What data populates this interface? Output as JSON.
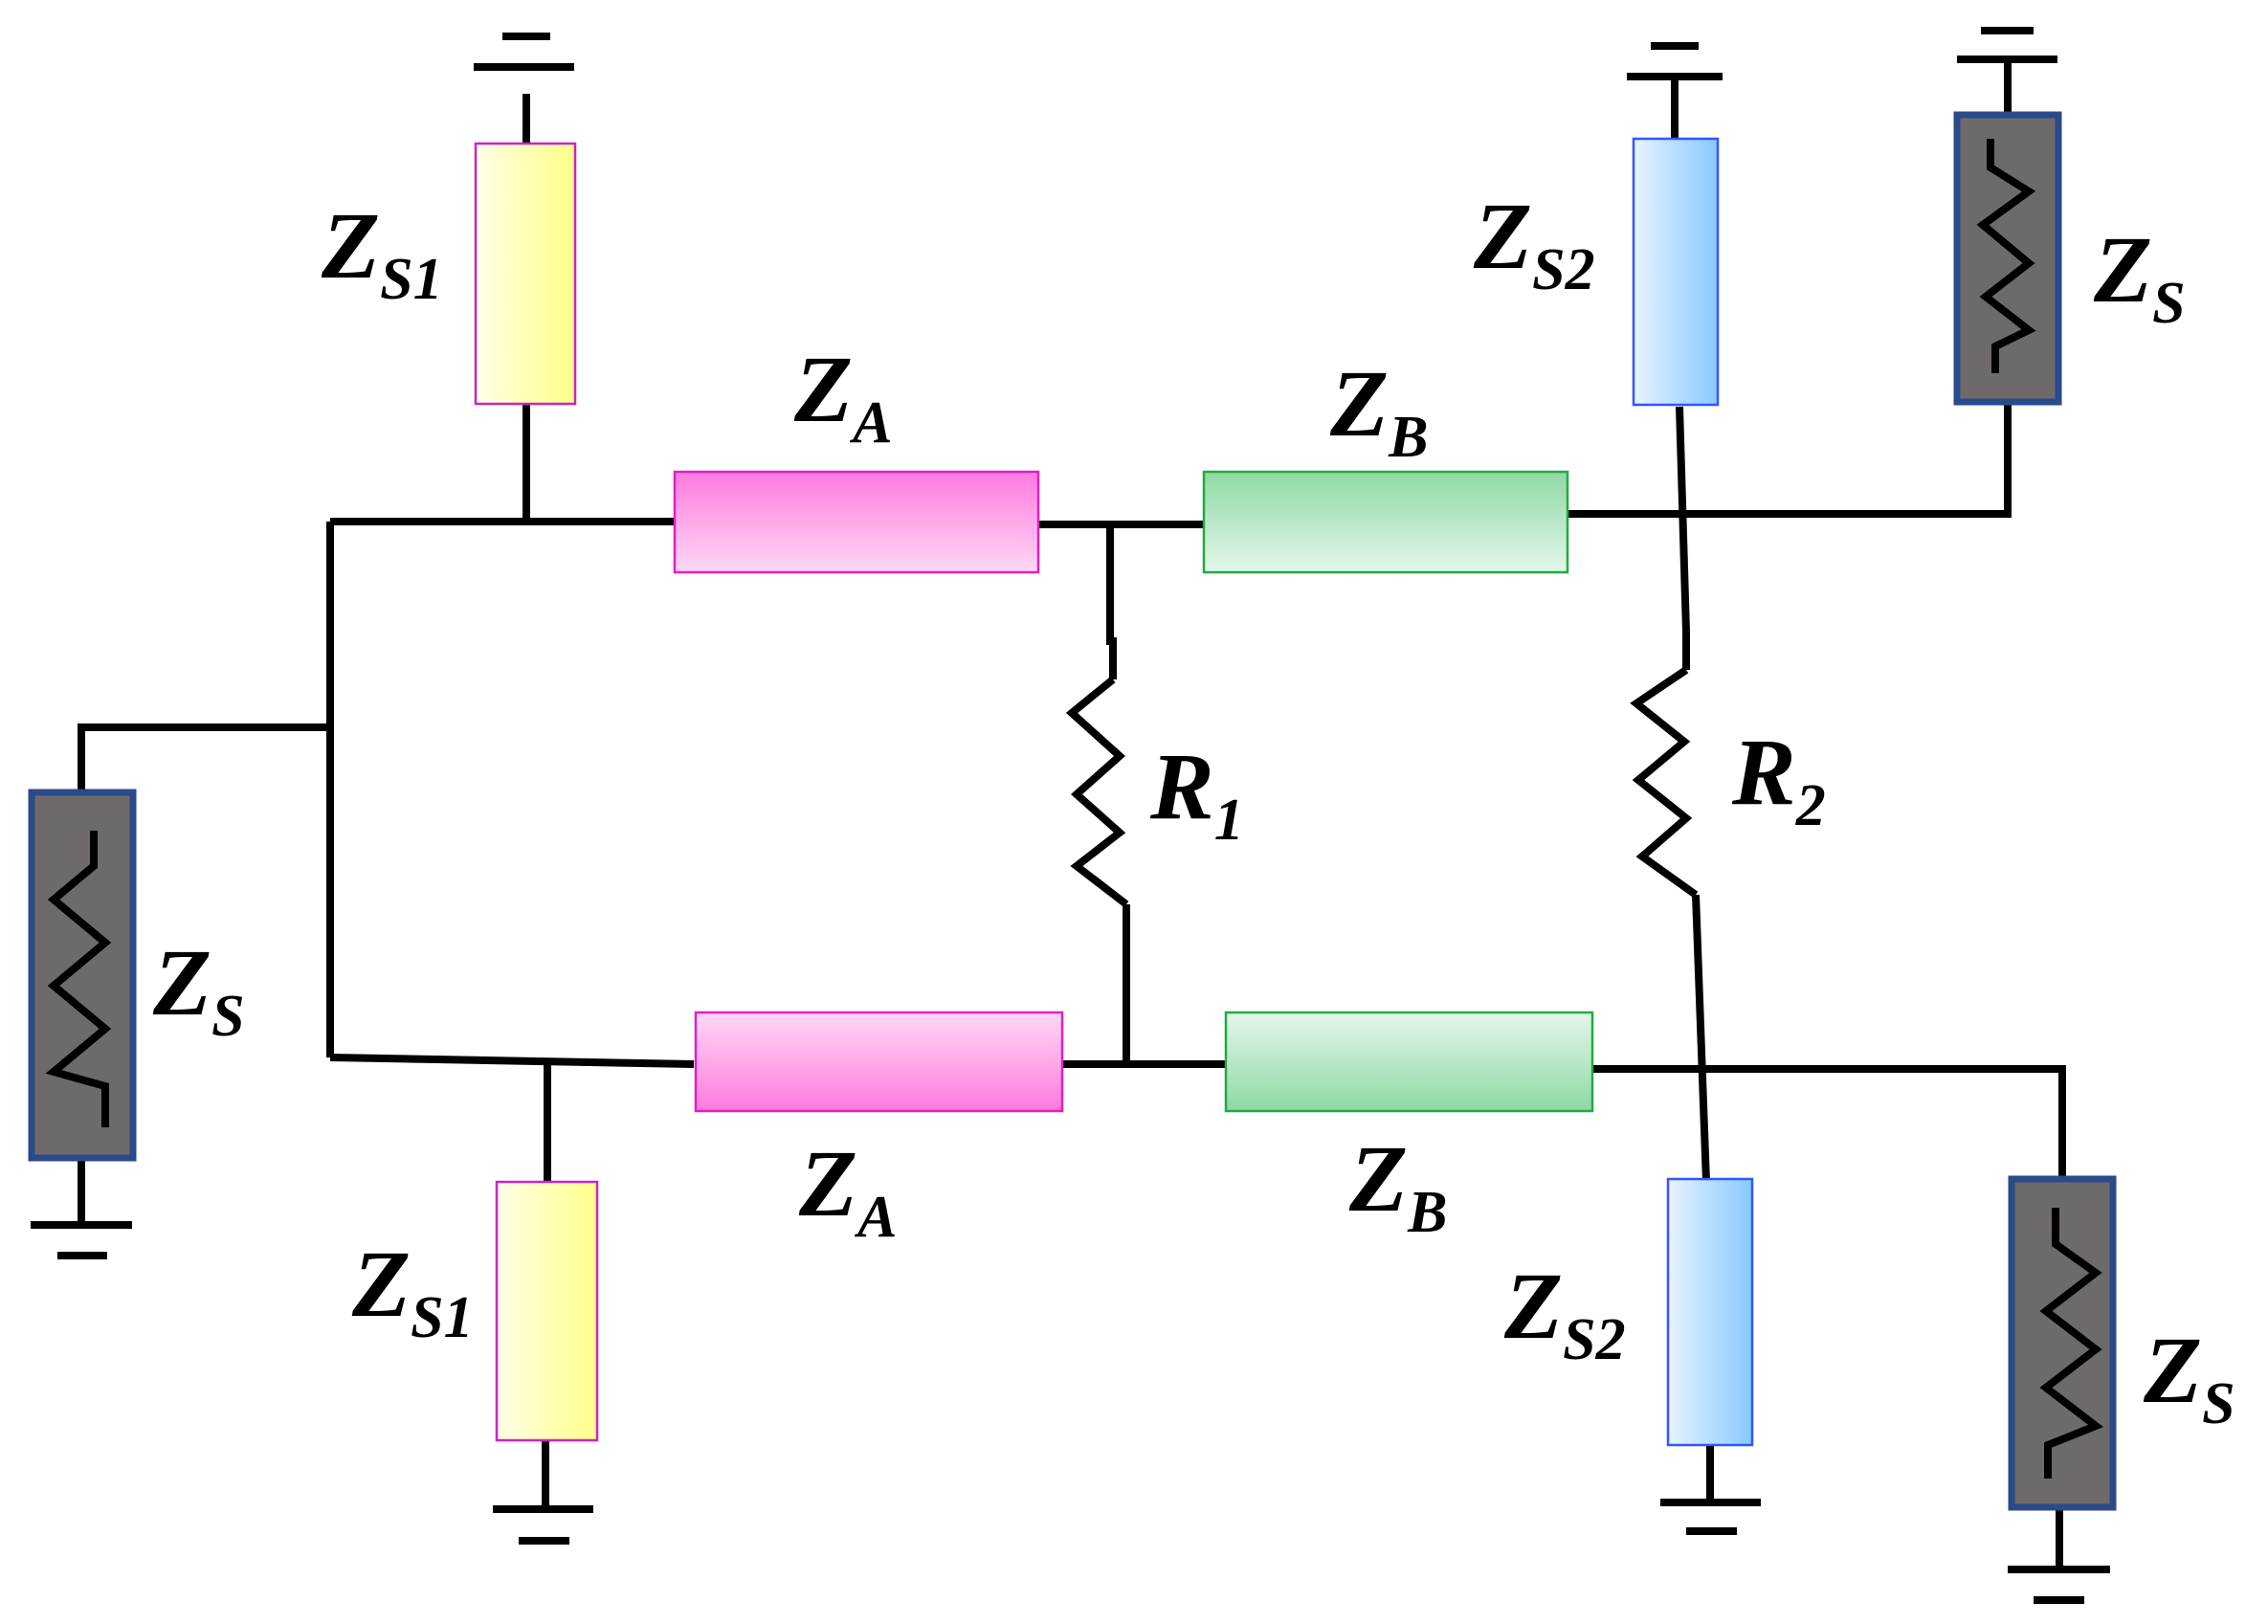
{
  "labels": {
    "zs1_top": {
      "main": "Z",
      "sub": "S1"
    },
    "zs1_bottom": {
      "main": "Z",
      "sub": "S1"
    },
    "zs2_top": {
      "main": "Z",
      "sub": "S2"
    },
    "zs2_bottom": {
      "main": "Z",
      "sub": "S2"
    },
    "za_top": {
      "main": "Z",
      "sub": "A"
    },
    "za_bottom": {
      "main": "Z",
      "sub": "A"
    },
    "zb_top": {
      "main": "Z",
      "sub": "B"
    },
    "zb_bottom": {
      "main": "Z",
      "sub": "B"
    },
    "r1": {
      "main": "R",
      "sub": "1"
    },
    "r2": {
      "main": "R",
      "sub": "2"
    },
    "zs_left": {
      "main": "Z",
      "sub": "S"
    },
    "zs_right_top": {
      "main": "Z",
      "sub": "S"
    },
    "zs_right_bottom": {
      "main": "Z",
      "sub": "S"
    }
  },
  "colors": {
    "wire": "#000000",
    "stub_s1_fill": "#ffff99",
    "stub_s1_border": "#cc00cc",
    "stub_s2_fill": "#99ccff",
    "stub_s2_border": "#3355ff",
    "line_a_fill": "#ff88e0",
    "line_a_border": "#e020c0",
    "line_b_fill": "#99ddaa",
    "line_b_border": "#22aa44",
    "port_fill": "#6e6a69",
    "port_border": "#2a4a8a"
  }
}
